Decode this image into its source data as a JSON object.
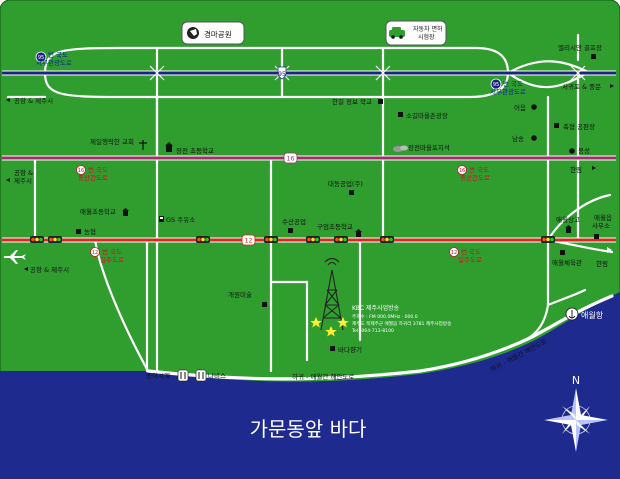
{
  "colors": {
    "land": "#2f9e2f",
    "sea": "#1e2a8e",
    "road_white": "#ffffff",
    "route95": "#1a237e",
    "route16": "#a0306a",
    "route12": "#d6281e"
  },
  "top_boxes": [
    {
      "label": "경마공원",
      "icon": "horse-icon"
    },
    {
      "label": "자동차 면허\n시험장",
      "icon": "car-icon"
    }
  ],
  "routes": {
    "r95": {
      "shield": "95",
      "label_w": "번 국도\n서부관광도로",
      "label_e": "번 국도\n서부관광도로"
    },
    "r16": {
      "shield": "16",
      "label_w": "번 국도\n중산간도로",
      "label_e": "번 국도\n중산간도로"
    },
    "r12": {
      "shield": "12",
      "label_w": "번 국도\n일주도로",
      "label_e": "번 국도\n일주도로"
    }
  },
  "directions": {
    "top_left": "공항 & 제주시",
    "mid_left": "공항 &\n제주시",
    "low_left": "공항 & 제주시",
    "top_right": "서귀포 & 중문",
    "mid_right": "한림",
    "low_right": "한림",
    "coast_right": "하귀 - 애월간 해안도로",
    "coast_bottom": "하귀 - 애월간 해안도로"
  },
  "places": [
    {
      "name": "엘리시안 골프장"
    },
    {
      "name": "어음"
    },
    {
      "name": "남송"
    },
    {
      "name": "축협 공판장"
    },
    {
      "name": "봉성"
    },
    {
      "name": "한길 정보 학교"
    },
    {
      "name": "소길마을촌광장"
    },
    {
      "name": "장전마을포지석"
    },
    {
      "name": "제일행락한 교회"
    },
    {
      "name": "장전 초등학교"
    },
    {
      "name": "대동공업(주)"
    },
    {
      "name": "애월초등학교"
    },
    {
      "name": "GS 주유소"
    },
    {
      "name": "농협"
    },
    {
      "name": "수산공업"
    },
    {
      "name": "구엄초등학교"
    },
    {
      "name": "애월상고"
    },
    {
      "name": "애월읍\n사무소"
    },
    {
      "name": "애월체육관"
    },
    {
      "name": "개원미술"
    },
    {
      "name": "바다향기"
    },
    {
      "name": "종이시계"
    },
    {
      "name": "나비스"
    },
    {
      "name": "애월항"
    }
  ],
  "station": {
    "name": "KBC 제주사업방송",
    "lines": [
      "주파수 : FM 000.0MHz · 000.0",
      "제주도 북제주군 애월읍 하귀리 3781 제주사업방송",
      "Tel) 064-713-8100"
    ]
  },
  "sea_title": "가문동앞 바다",
  "compass": {
    "north_label": "N",
    "icon": "compass-rose-icon"
  }
}
